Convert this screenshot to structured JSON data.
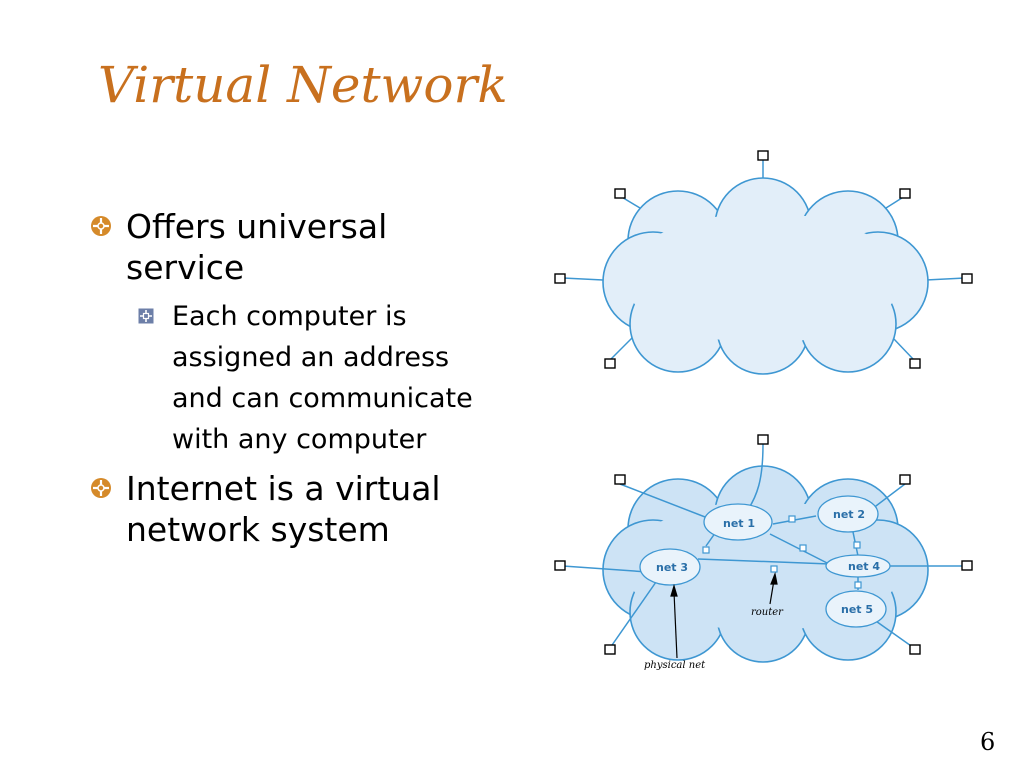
{
  "slide": {
    "title": "Virtual Network",
    "bullets": [
      {
        "text": "Offers universal service"
      },
      {
        "text": "Each computer is assigned an address and can communicate with any computer"
      },
      {
        "text": "Internet is a virtual network system"
      }
    ],
    "diagram": {
      "nets": [
        "net 1",
        "net 2",
        "net 3",
        "net 4",
        "net 5"
      ],
      "router_label": "router",
      "physical_net_label": "physical net"
    },
    "page_number": "6"
  },
  "colors": {
    "title": "#c8701e",
    "cloud_fill": "#e2eef9",
    "cloud_stroke": "#3e97d2",
    "bullet_orange": "#d58a2a",
    "bullet_blue": "#6d7fa8"
  },
  "icons": {
    "level1_bullet": "orange-circle-cross-bullet-icon",
    "level2_bullet": "blue-square-cross-bullet-icon"
  }
}
